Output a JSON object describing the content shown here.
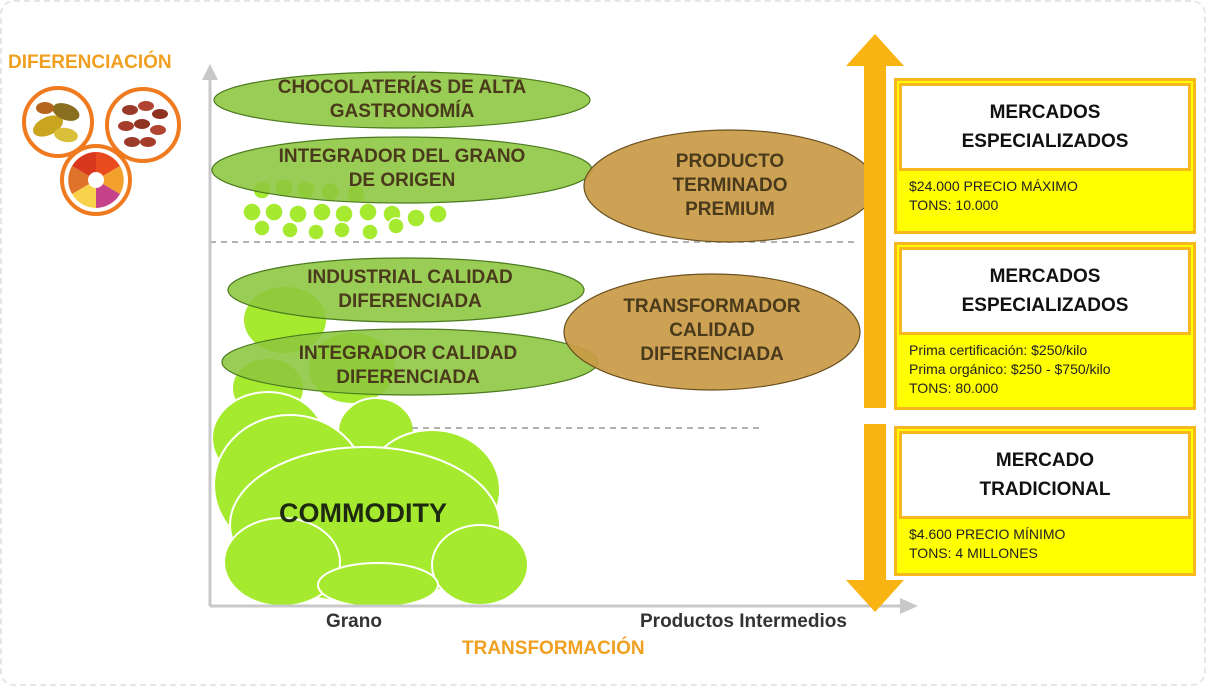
{
  "axes": {
    "y_label": "DIFERENCIACIÓN",
    "x_label": "TRANSFORMACIÓN",
    "x_ticks": [
      "Grano",
      "Productos Intermedios"
    ]
  },
  "green_ovals": [
    {
      "lines": [
        "CHOCOLATERÍAS DE ALTA",
        "GASTRONOMÍA"
      ]
    },
    {
      "lines": [
        "INTEGRADOR DEL GRANO",
        "DE ORIGEN"
      ]
    },
    {
      "lines": [
        "INDUSTRIAL CALIDAD",
        "DIFERENCIADA"
      ]
    },
    {
      "lines": [
        "INTEGRADOR CALIDAD",
        "DIFERENCIADA"
      ]
    }
  ],
  "brown_ovals": [
    {
      "lines": [
        "PRODUCTO",
        "TERMINADO",
        "PREMIUM"
      ]
    },
    {
      "lines": [
        "TRANSFORMADOR",
        "CALIDAD",
        "DIFERENCIADA"
      ]
    }
  ],
  "commodity_label": "COMMODITY",
  "markets": [
    {
      "title": [
        "MERCADOS",
        "ESPECIALIZADOS"
      ],
      "details": [
        "$24.000 PRECIO MÁXIMO",
        "TONS: 10.000"
      ]
    },
    {
      "title": [
        "MERCADOS",
        "ESPECIALIZADOS"
      ],
      "details": [
        "Prima certificación: $250/kilo",
        "Prima orgánico: $250 - $750/kilo",
        "TONS: 80.000"
      ]
    },
    {
      "title": [
        "MERCADO",
        "TRADICIONAL"
      ],
      "details": [
        "$4.600 PRECIO MÍNIMO",
        "TONS: 4 MILLONES"
      ]
    }
  ],
  "colors": {
    "green_oval": "#8cc63e",
    "light_green": "#a6ea2f",
    "brown_oval": "#c99a45",
    "accent_orange": "#f0a020",
    "arrow_orange": "#f9b312",
    "market_yellow": "#ffff00"
  },
  "icons": [
    "cocoa-pods-icon",
    "cocoa-beans-icon",
    "cocoa-color-wheel-icon"
  ]
}
